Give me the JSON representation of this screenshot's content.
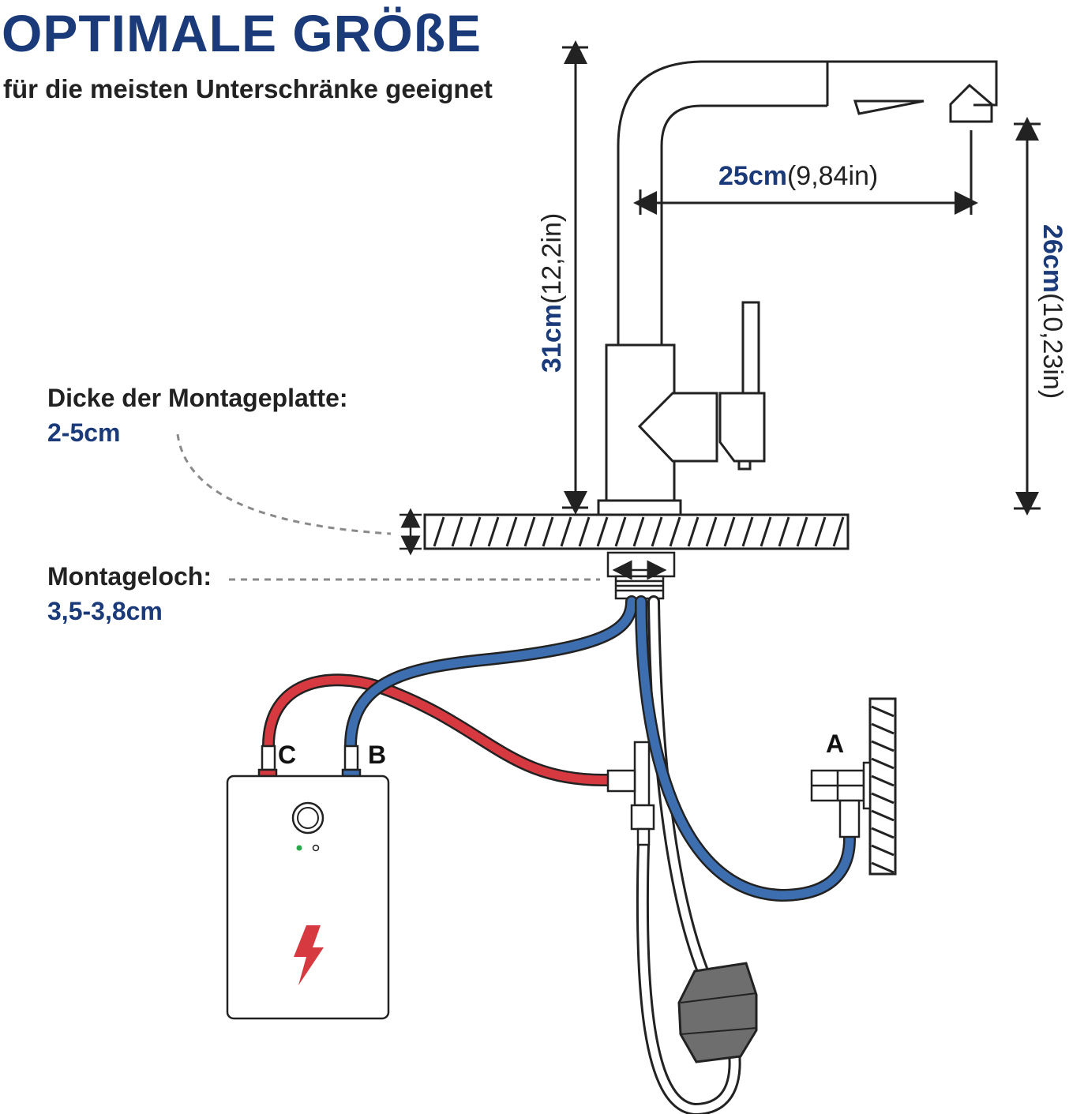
{
  "header": {
    "title": "OPTIMALE GRÖßE",
    "subtitle": "für die meisten Unterschränke geeignet"
  },
  "dimensions": {
    "height_total": {
      "value": "31cm",
      "imperial": "(12,2in)"
    },
    "spout_reach": {
      "value": "25cm",
      "imperial": "(9,84in)"
    },
    "spout_height": {
      "value": "26cm",
      "imperial": "(10,23in)"
    }
  },
  "annotations": {
    "plate_thickness_label": "Dicke der Montageplatte:",
    "plate_thickness_value": "2-5cm",
    "mount_hole_label": "Montageloch:",
    "mount_hole_value": "3,5-3,8cm"
  },
  "connectors": {
    "a": "A",
    "b": "B",
    "c": "C"
  },
  "colors": {
    "brand_blue": "#1a3a7a",
    "cold_hose": "#3d6fb0",
    "hot_hose": "#d63a40",
    "line": "#222222",
    "weight": "#6e6e6e"
  },
  "icons": {
    "heater_symbol": "lightning-icon"
  }
}
